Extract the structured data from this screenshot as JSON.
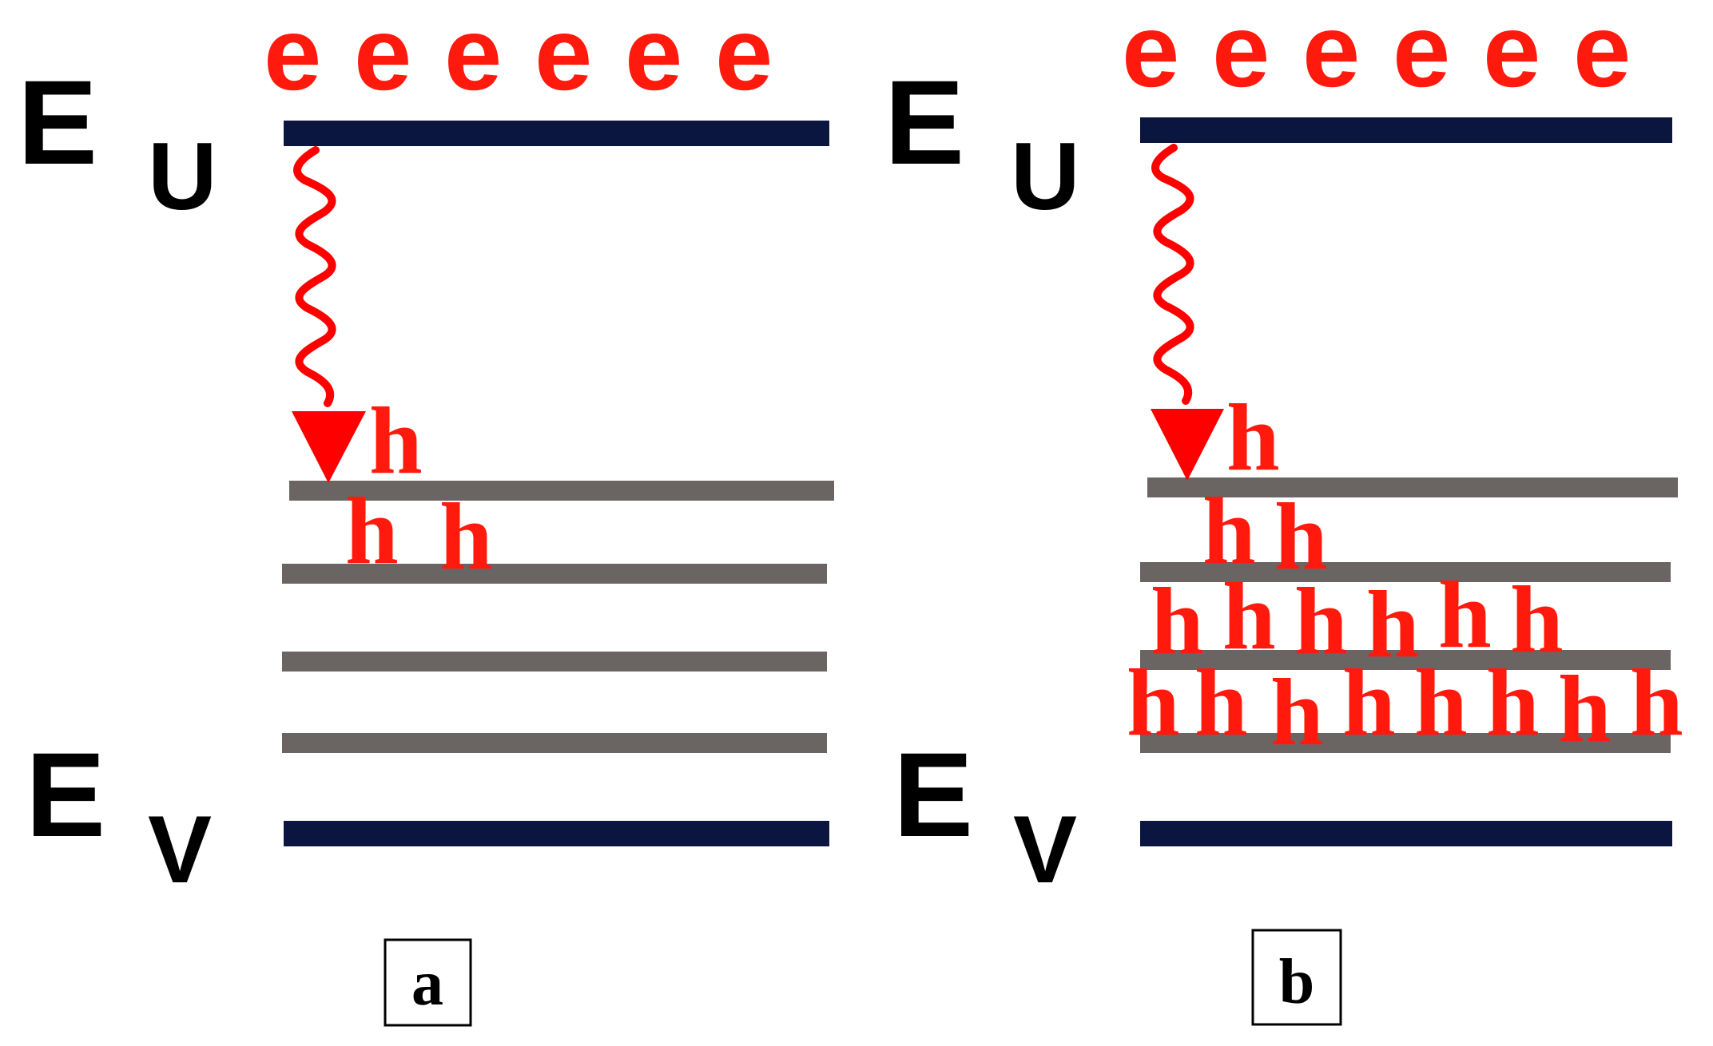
{
  "colors": {
    "band_edge": "#0a1540",
    "trap_level": "#6a6563",
    "carrier": "#ff1a0d",
    "photon": "#ff0000",
    "text": "#000000"
  },
  "labels": {
    "upper_main": "E",
    "upper_sub": "U",
    "lower_main": "E",
    "lower_sub": "V",
    "electron": "e",
    "hole": "h"
  },
  "panels": [
    {
      "id": "a",
      "label": "a",
      "electron_count": 6,
      "trap_levels": 4,
      "holes_per_level": [
        1,
        2,
        0,
        0
      ]
    },
    {
      "id": "b",
      "label": "b",
      "electron_count": 6,
      "trap_levels": 4,
      "holes_per_level": [
        1,
        2,
        6,
        8
      ]
    }
  ]
}
